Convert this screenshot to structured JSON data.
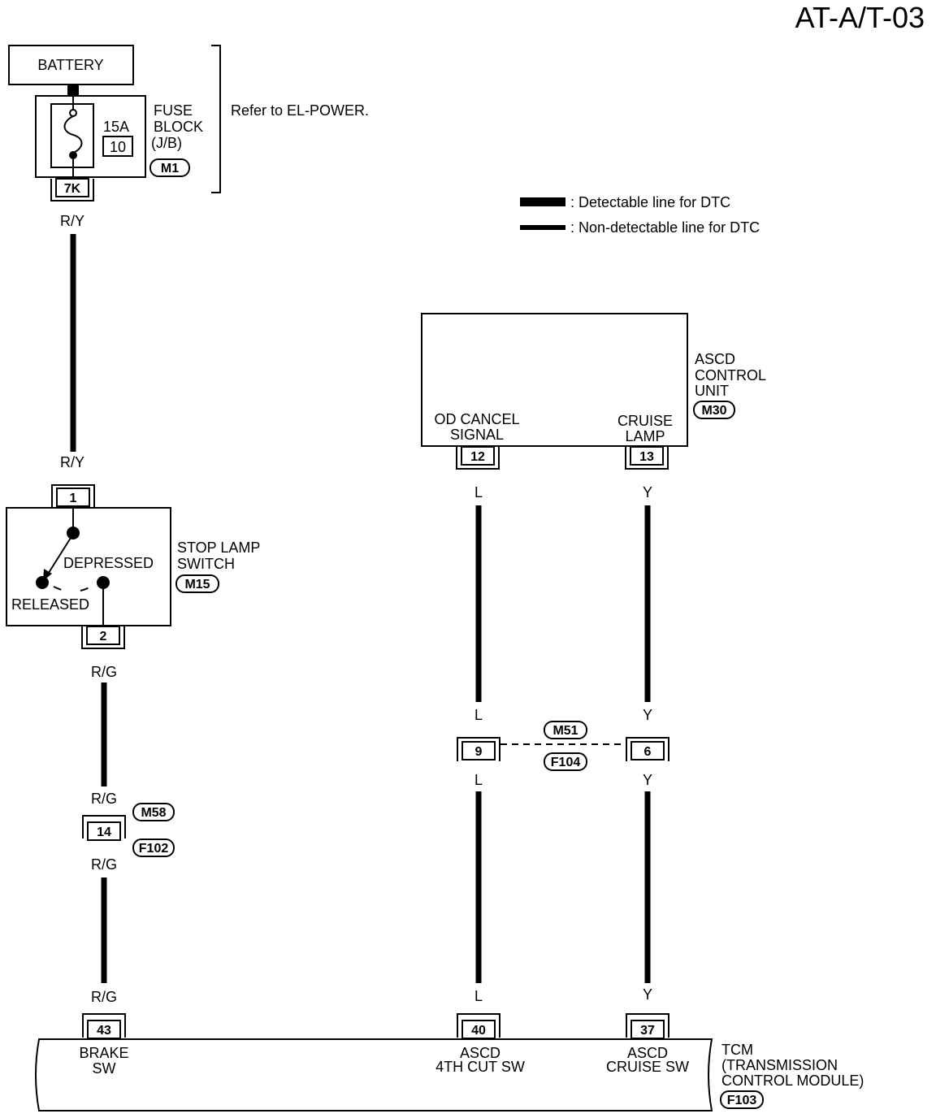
{
  "page_id": "AT-A/T-03",
  "battery": {
    "label": "BATTERY"
  },
  "fuse": {
    "rating": "15A",
    "number": "10",
    "block_label_1": "FUSE",
    "block_label_2": "BLOCK",
    "block_label_3": "(J/B)",
    "connector": "M1",
    "pin": "7K",
    "note": "Refer to EL-POWER."
  },
  "legend": {
    "detectable": ": Detectable line for DTC",
    "non_detectable": ": Non-detectable line for DTC"
  },
  "wire_colors": {
    "ry": "R/Y",
    "rg": "R/G",
    "l": "L",
    "y": "Y"
  },
  "stop_lamp_switch": {
    "name_1": "STOP LAMP",
    "name_2": "SWITCH",
    "connector": "M15",
    "pin_in": "1",
    "pin_out": "2",
    "state_depressed": "DEPRESSED",
    "state_released": "RELEASED"
  },
  "ascd_unit": {
    "name_1": "ASCD",
    "name_2": "CONTROL",
    "name_3": "UNIT",
    "connector": "M30",
    "terminal_od_1": "OD CANCEL",
    "terminal_od_2": "SIGNAL",
    "terminal_cruise_1": "CRUISE",
    "terminal_cruise_2": "LAMP",
    "pin_od": "12",
    "pin_cruise": "13"
  },
  "joint_m58": {
    "connector_top": "M58",
    "connector_bottom": "F102",
    "pin": "14"
  },
  "joint_m51": {
    "connector_top": "M51",
    "connector_bottom": "F104",
    "pin_l": "9",
    "pin_y": "6"
  },
  "tcm": {
    "name_1": "TCM",
    "name_2": "(TRANSMISSION",
    "name_3": "CONTROL MODULE)",
    "connector": "F103",
    "pin_brake": "43",
    "pin_4th": "40",
    "pin_cruise": "37",
    "term_brake_1": "BRAKE",
    "term_brake_2": "SW",
    "term_4th_1": "ASCD",
    "term_4th_2": "4TH CUT SW",
    "term_cruise_1": "ASCD",
    "term_cruise_2": "CRUISE SW"
  }
}
